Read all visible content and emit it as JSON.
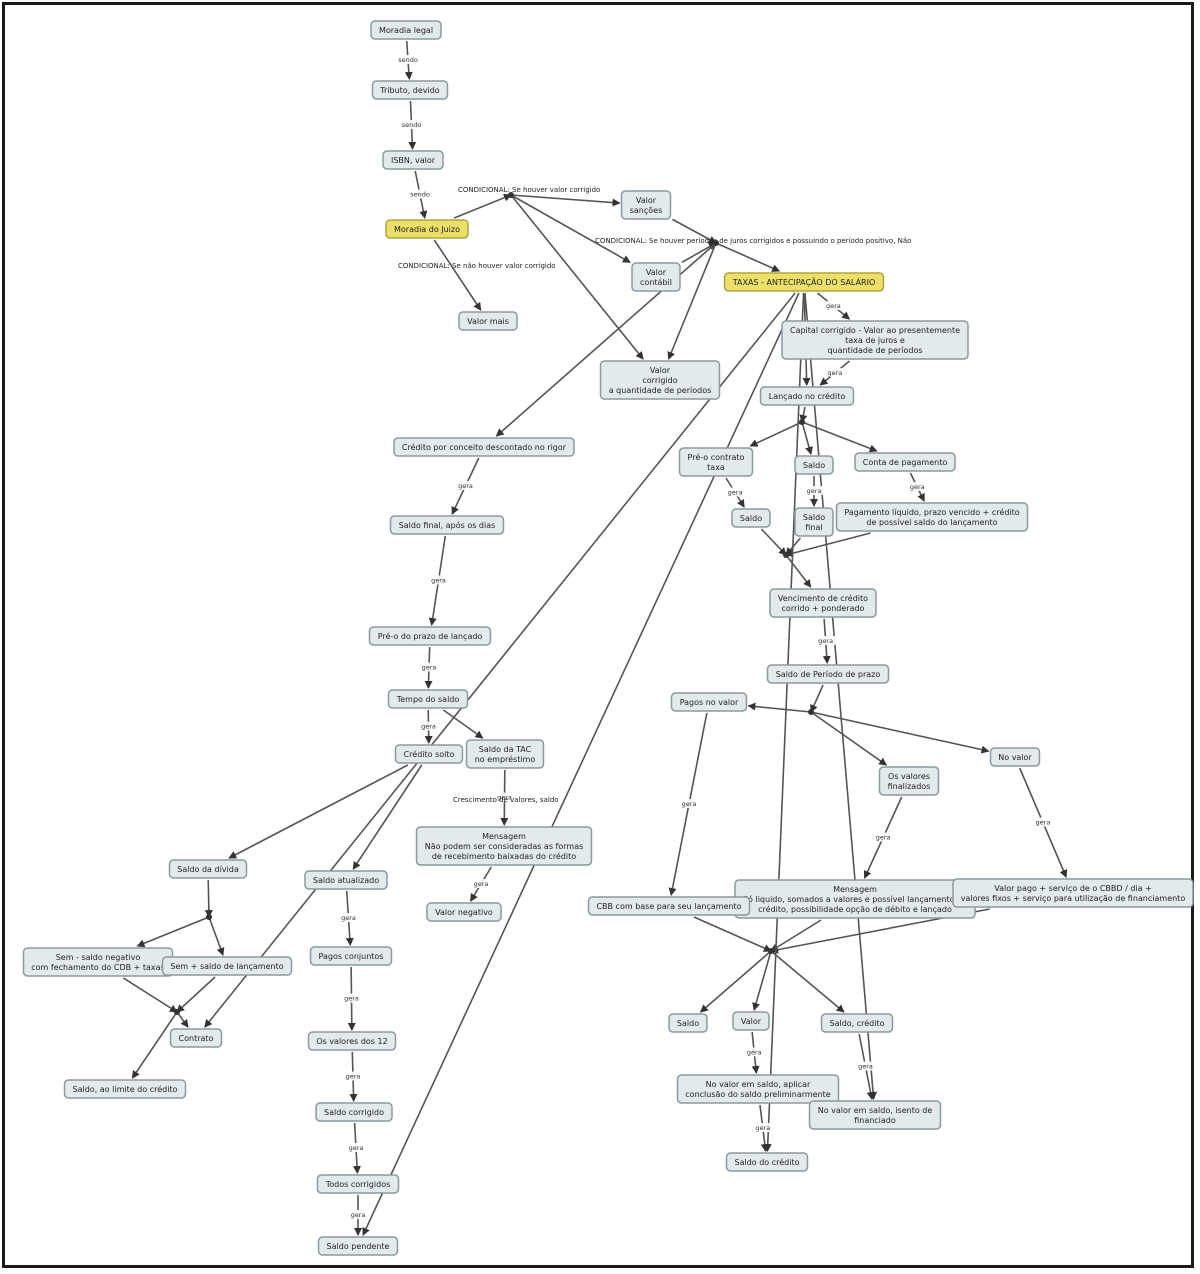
{
  "diagram": {
    "highlight_color": "#ece06a",
    "node_color": "#e3eaec",
    "nodes": [
      {
        "id": "n1",
        "text": "Moradia legal"
      },
      {
        "id": "n2",
        "text": "Tributo, devido"
      },
      {
        "id": "n3",
        "text": "ISBN, valor"
      },
      {
        "id": "n4",
        "text": "Moradia do Juizo",
        "highlight": true
      },
      {
        "id": "n5",
        "text": "Valor\nsanções"
      },
      {
        "id": "n6",
        "text": "Valor\ncontábil"
      },
      {
        "id": "n7",
        "text": "Valor mais"
      },
      {
        "id": "n8",
        "text": "Valor\ncorrigido\na quantidade de períodos"
      },
      {
        "id": "n9",
        "text": "TAXAS - ANTECIPAÇÃO DO SALÁRIO",
        "highlight": true
      },
      {
        "id": "n10",
        "text": "Capital corrigido - Valor ao presentemente\ntaxa de juros e\nquantidade de períodos"
      },
      {
        "id": "n11",
        "text": "Lançado no crédito"
      },
      {
        "id": "n12",
        "text": "Crédito por conceito descontado no rigor"
      },
      {
        "id": "n13",
        "text": "Saldo final, após os dias"
      },
      {
        "id": "n14",
        "text": "Pré-o do prazo de lançado"
      },
      {
        "id": "n15",
        "text": "Tempo do saldo"
      },
      {
        "id": "n16",
        "text": "Crédito solto"
      },
      {
        "id": "n17",
        "text": "Saldo"
      },
      {
        "id": "n18",
        "text": "Conta de pagamento"
      },
      {
        "id": "n19",
        "text": "Pagamento líquido, prazo vencido + crédito\nde possível saldo do lançamento"
      },
      {
        "id": "n20",
        "text": "Saldo"
      },
      {
        "id": "n21",
        "text": "Saldo\nfinal"
      },
      {
        "id": "n22",
        "text": "Vencimento de crédito\ncorrido + ponderado"
      },
      {
        "id": "n23",
        "text": "Saldo de Período de prazo"
      },
      {
        "id": "n24",
        "text": "Pré-o contrato\ntaxa"
      },
      {
        "id": "n25",
        "text": "Saldo da TAC\nno empréstimo"
      },
      {
        "id": "n26",
        "text": "Mensagem\nNão podem ser consideradas as formas\nde recebimento baixadas do crédito"
      },
      {
        "id": "n27",
        "text": "Valor negativo"
      },
      {
        "id": "n28",
        "text": "Pagos no valor"
      },
      {
        "id": "n29",
        "text": "Saldo da dívida"
      },
      {
        "id": "n30",
        "text": "Saldo atualizado"
      },
      {
        "id": "n31",
        "text": "Pagos conjuntos"
      },
      {
        "id": "n32",
        "text": "Sem - saldo negativo\ncom fechamento do CDB + taxas"
      },
      {
        "id": "n33",
        "text": "Sem + saldo de lançamento"
      },
      {
        "id": "n34",
        "text": "Contrato"
      },
      {
        "id": "n35",
        "text": "Saldo, ao limite do crédito"
      },
      {
        "id": "n36",
        "text": "Os valores dos 12"
      },
      {
        "id": "n37",
        "text": "Saldo corrigido"
      },
      {
        "id": "n38",
        "text": "Todos corrigidos"
      },
      {
        "id": "n39",
        "text": "Saldo pendente"
      },
      {
        "id": "n40",
        "text": "No valor"
      },
      {
        "id": "n41",
        "text": "Os valores\nfinalizados"
      },
      {
        "id": "n42",
        "text": "Mensagem\nSó liquido, somados a valores e possível lançamento de\ncrédito, possibilidade opção de débito e lançado"
      },
      {
        "id": "n43",
        "text": "Valor pago + serviço de o CBBD / dia +\nvalores fixos + serviço para utilização de financiamento"
      },
      {
        "id": "n44",
        "text": "CBB com base para seu lançamento"
      },
      {
        "id": "n45",
        "text": "Saldo"
      },
      {
        "id": "n46",
        "text": "Valor"
      },
      {
        "id": "n47",
        "text": "Saldo, crédito"
      },
      {
        "id": "n48",
        "text": "No valor em saldo, aplicar\nconclusão do saldo preliminarmente"
      },
      {
        "id": "n49",
        "text": "No valor em saldo, isento de\nfinanciado"
      },
      {
        "id": "n50",
        "text": "Saldo do crédito"
      }
    ],
    "free_labels": [
      {
        "id": "f1",
        "text": "CONDICIONAL: Se houver valor corrigido"
      },
      {
        "id": "f2",
        "text": "CONDICIONAL: Se não houver valor corrigido"
      },
      {
        "id": "f3",
        "text": "CONDICIONAL: Se houver períodos de juros corrigidos e possuindo o período positivo, Não"
      },
      {
        "id": "f4",
        "text": "Crescimento de valores, saldo"
      }
    ],
    "edge_labels": [
      "sendo",
      "sendo",
      "sendo",
      "gera",
      "gera",
      "gera",
      "gera",
      "gera",
      "sendo",
      "gera",
      "gera",
      "gera",
      "gera",
      "gera",
      "gera",
      "gera",
      "gera",
      "gera",
      "gera",
      "gera",
      "gera",
      "gera",
      "gera",
      "gera",
      "gera",
      "gera",
      "gera",
      "gera",
      "gera",
      "gera"
    ]
  }
}
